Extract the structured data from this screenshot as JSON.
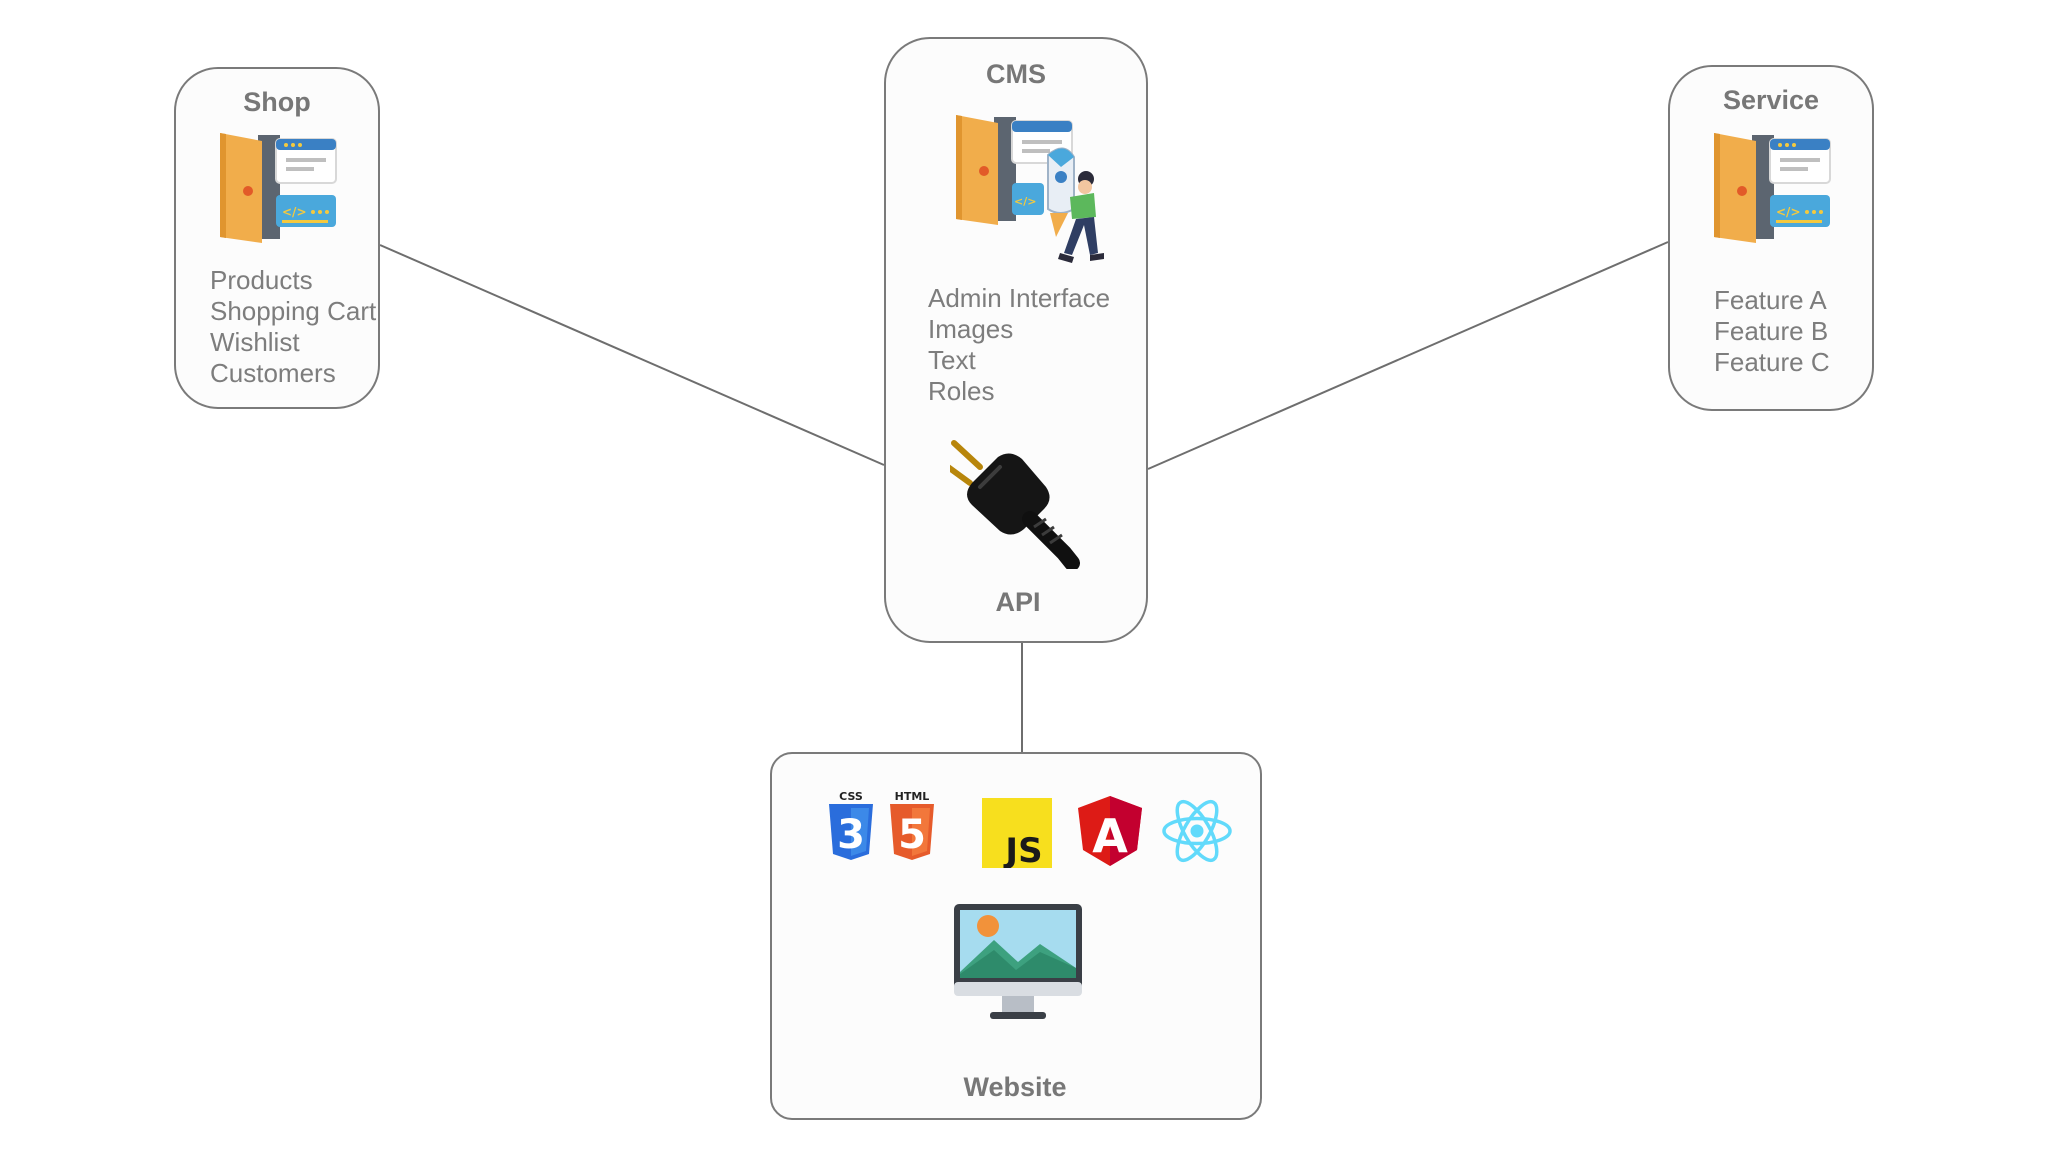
{
  "nodes": {
    "shop": {
      "title": "Shop",
      "items": [
        "Products",
        "Shopping Cart",
        "Wishlist",
        "Customers"
      ]
    },
    "cms": {
      "title": "CMS",
      "items": [
        "Admin Interface",
        "Images",
        "Text",
        "Roles"
      ],
      "api_label": "API"
    },
    "service": {
      "title": "Service",
      "items": [
        "Feature A",
        "Feature B",
        "Feature C"
      ]
    },
    "website": {
      "title": "Website",
      "tech_logos": {
        "css": "CSS",
        "css_numeral": "3",
        "html": "HTML",
        "html_numeral": "5",
        "js": "JS",
        "angular": "A"
      }
    }
  },
  "icons": [
    "door-code-icon",
    "rocket-person-icon",
    "power-plug-icon",
    "css3-logo",
    "html5-logo",
    "javascript-logo",
    "angular-logo",
    "react-logo",
    "monitor-icon"
  ],
  "colors": {
    "border": "#7a7a7a",
    "text": "#7d7d7d",
    "door": "#f1ad4b",
    "window_header": "#3a80c4",
    "code_panel": "#4aa8dc",
    "css3": "#2a6ddc",
    "html5": "#e65b2b",
    "js": "#f7df1e",
    "angular": "#dd1b16",
    "react": "#61dafb"
  }
}
